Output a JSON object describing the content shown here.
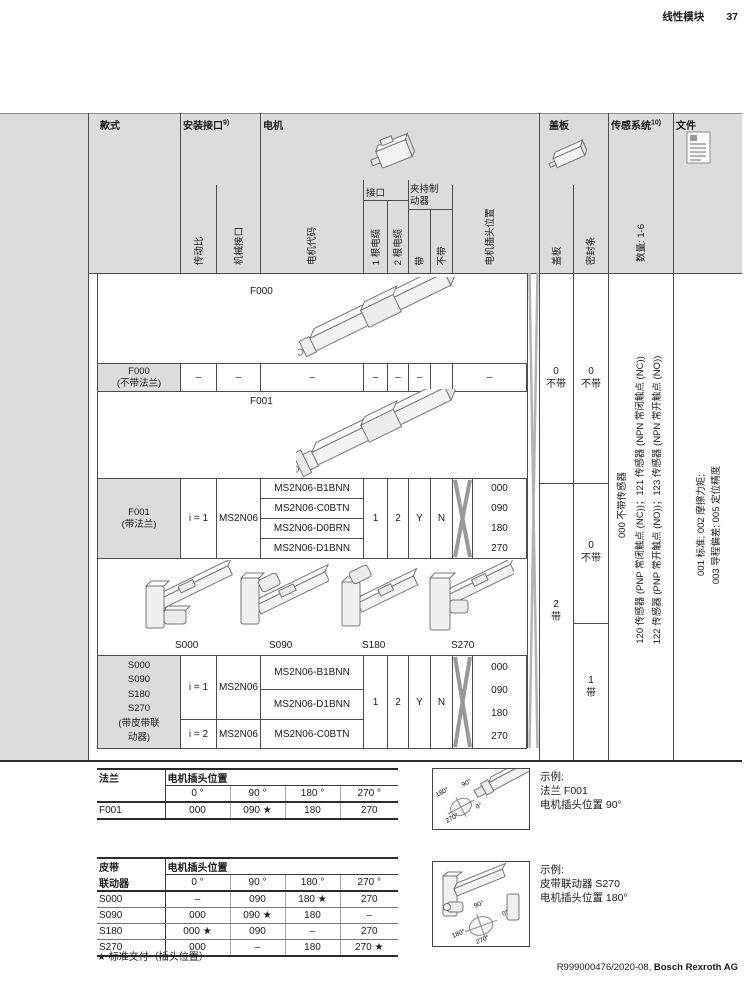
{
  "page": {
    "title": "线性模块",
    "page_number": "37",
    "footer_doc": "R999000476/2020-08,",
    "footer_brand": "Bosch Rexroth AG"
  },
  "header": {
    "style": "款式",
    "mounting": "安装接口",
    "mounting_sup": "9)",
    "motor": "电机",
    "cover": "盖板",
    "sensor": "传感系统",
    "sensor_sup": "10)",
    "docs": "文件",
    "sub": {
      "ratio": "传动比",
      "mech": "机械接口",
      "motor_code": "电机代码",
      "interface_group": "接口",
      "cable1": "1 根电缆",
      "cable2": "2 根电缆",
      "brake_group_1": "夹持制",
      "brake_group_2": "动器",
      "with": "带",
      "without": "不带",
      "plug": "电机插头位置",
      "cover": "盖板",
      "seal": "密封条",
      "qty": "数量: 1-6"
    }
  },
  "body": {
    "f000": {
      "image_label": "F000",
      "name": "F000",
      "name_sub": "(不带法兰)",
      "ratio": "–",
      "mech": "–",
      "code": "–",
      "cable1": "–",
      "cable2": "–",
      "brake_with": "–",
      "brake_without": "",
      "plug": "–"
    },
    "f001": {
      "image_label": "F001",
      "name": "F001",
      "name_sub": "(带法兰)",
      "ratio": "i = 1",
      "mech": "MS2N06",
      "codes": [
        "MS2N06-B1BNN",
        "MS2N06-C0BTN",
        "MS2N06-D0BRN",
        "MS2N06-D1BNN"
      ],
      "cable1": "1",
      "cable2": "2",
      "brake_with": "Y",
      "brake_without": "N",
      "plugs": [
        "000",
        "090",
        "180",
        "270"
      ]
    },
    "s": {
      "image_labels": [
        "S000",
        "S090",
        "S180",
        "S270"
      ],
      "name_lines": [
        "S000",
        "S090",
        "S180",
        "S270",
        "(带皮带联",
        "动器)"
      ],
      "group1": {
        "ratio": "i = 1",
        "mech": "MS2N06",
        "codes": [
          "MS2N06-B1BNN",
          "MS2N06-D1BNN"
        ]
      },
      "group2": {
        "ratio": "i = 2",
        "mech": "MS2N06",
        "codes": [
          "MS2N06-C0BTN"
        ]
      },
      "cable1": "1",
      "cable2": "2",
      "brake_with": "Y",
      "brake_without": "N",
      "plugs": [
        "000",
        "090",
        "180",
        "270"
      ]
    },
    "cover_col": {
      "top_code": "0",
      "top_text": "不带",
      "bottom_code": "2",
      "bottom_text": "带"
    },
    "seal_col": {
      "s1_code": "0",
      "s1_text": "不带",
      "s2_code": "0",
      "s2_text": "不带",
      "s3_code": "1",
      "s3_text": "带"
    },
    "sensor_lines": [
      "000 不带传感器",
      "120 传感器 (PNP 常闭触点 (NC))；121 传感器 (NPN 常闭触点 (NC))",
      "122 传感器 (PNP 常开触点 (NO))；123 传感器 (NPN 常开触点 (NO))"
    ],
    "doc_lines": [
      "001 标准; 002 摩擦力矩;",
      "003 导程偏差; 005 定位精度"
    ]
  },
  "flange_table": {
    "title": "法兰",
    "group": "电机插头位置",
    "cols": [
      "0 °",
      "90 °",
      "180 °",
      "270 °"
    ],
    "rows": [
      {
        "label": "F001",
        "vals": [
          "000",
          "090 ★",
          "180",
          "270"
        ]
      }
    ]
  },
  "belt_table": {
    "title1": "皮带",
    "title2": "联动器",
    "group": "电机插头位置",
    "cols": [
      "0 °",
      "90 °",
      "180 °",
      "270 °"
    ],
    "rows": [
      {
        "label": "S000",
        "vals": [
          "–",
          "090",
          "180 ★",
          "270"
        ]
      },
      {
        "label": "S090",
        "vals": [
          "000",
          "090 ★",
          "180",
          "–"
        ]
      },
      {
        "label": "S180",
        "vals": [
          "000 ★",
          "090",
          "–",
          "270"
        ]
      },
      {
        "label": "S270",
        "vals": [
          "000",
          "–",
          "180",
          "270 ★"
        ]
      }
    ],
    "footnote": "★ 标准交付（插头位置）"
  },
  "examples": [
    {
      "l1": "示例:",
      "l2": "法兰 F001",
      "l3": "电机插头位置 90°",
      "angles": {
        "a90": "90°",
        "a0": "0°",
        "a180": "180°",
        "a270": "270°"
      }
    },
    {
      "l1": "示例:",
      "l2": "皮带联动器 S270",
      "l3": "电机插头位置 180°",
      "angles": {
        "a90": "90°",
        "a0": "0°",
        "a180": "180°",
        "a270": "270°"
      }
    }
  ]
}
